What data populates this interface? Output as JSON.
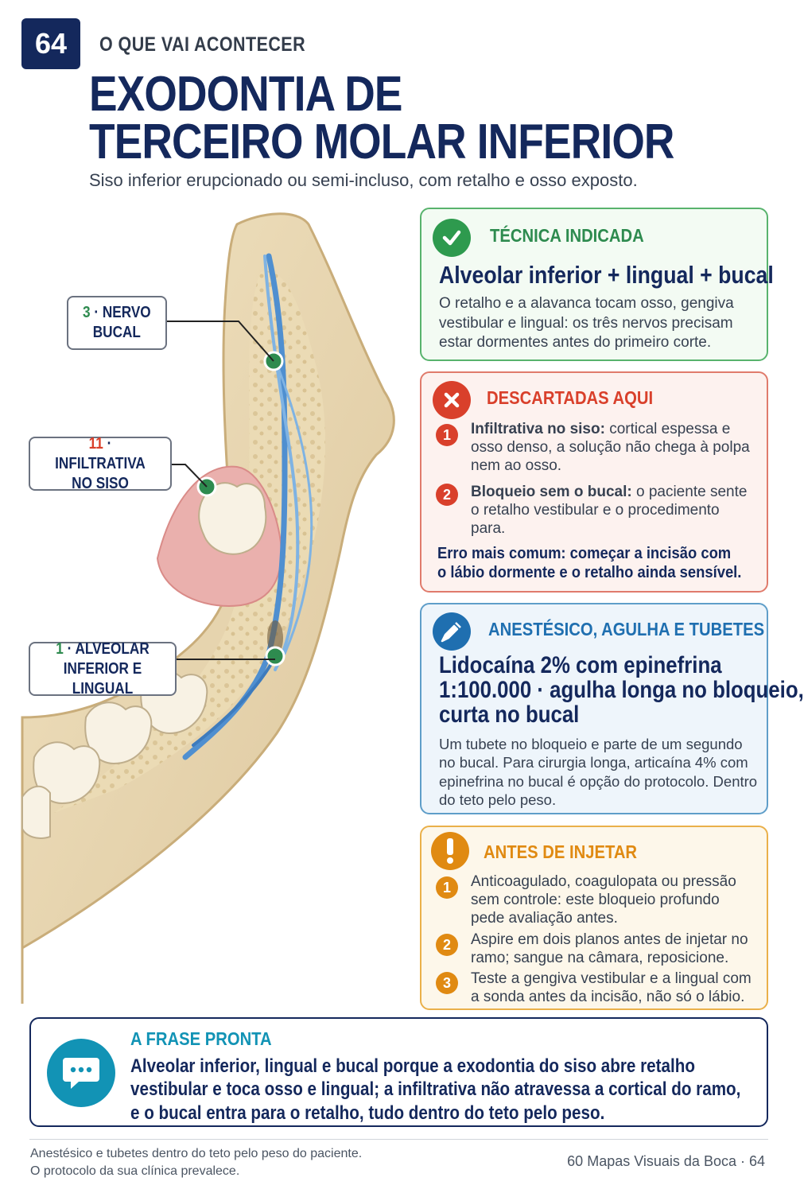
{
  "header": {
    "page_number": "64",
    "kicker": "O QUE VAI ACONTECER",
    "title_line1": "EXODONTIA DE",
    "title_line2": "TERCEIRO MOLAR INFERIOR",
    "subtitle": "Siso inferior erupcionado ou semi-incluso, com retalho e osso exposto."
  },
  "callouts": {
    "buccal": {
      "num": "3",
      "line1": " · NERVO",
      "line2": "BUCAL"
    },
    "infiltrative": {
      "num": "11",
      "line1": " · INFILTRATIVA",
      "line2": "NO SISO"
    },
    "alveolar": {
      "num": "1",
      "line1": " · ALVEOLAR",
      "line2": "INFERIOR E LINGUAL"
    }
  },
  "technique": {
    "heading": "TÉCNICA INDICADA",
    "title": "Alveolar inferior + lingual + bucal",
    "body": "O retalho e a alavanca tocam osso, gengiva vestibular e lingual: os três nervos precisam estar dormentes antes do primeiro corte."
  },
  "discarded": {
    "heading": "DESCARTADAS AQUI",
    "items": [
      {
        "n": "1",
        "strong": "Infiltrativa no siso:",
        "text": " cortical espessa e osso denso, a solução não chega à polpa nem ao osso."
      },
      {
        "n": "2",
        "strong": "Bloqueio sem o bucal:",
        "text": " o paciente sente o retalho vestibular e o procedimento para."
      }
    ],
    "warning_line1": "Erro mais comum: começar a incisão com",
    "warning_line2": "o lábio dormente e o retalho ainda sensível."
  },
  "anesthetic": {
    "heading": "ANESTÉSICO, AGULHA E TUBETES",
    "title_line1": "Lidocaína 2% com epinefrina",
    "title_line2": "1:100.000 · agulha longa no bloqueio,",
    "title_line3": "curta no bucal",
    "body": "Um tubete no bloqueio e parte de um segundo no bucal. Para cirurgia longa, articaína 4% com epinefrina no bucal é opção do protocolo. Dentro do teto pelo peso."
  },
  "before": {
    "heading": "ANTES DE INJETAR",
    "items": [
      {
        "n": "1",
        "text": "Anticoagulado, coagulopata ou pressão sem controle: este bloqueio profundo pede avaliação antes."
      },
      {
        "n": "2",
        "text": "Aspire em dois planos antes de injetar no ramo; sangue na câmara, reposicione."
      },
      {
        "n": "3",
        "text": "Teste a gengiva vestibular e a lingual com a sonda antes da incisão, não só o lábio."
      }
    ]
  },
  "phrase": {
    "heading": "A FRASE PRONTA",
    "line1": "Alveolar inferior, lingual e bucal porque a exodontia do siso abre retalho",
    "line2": "vestibular e toca osso e lingual; a infiltrativa não atravessa a cortical do ramo,",
    "line3": "e o bucal entra para o retalho, tudo dentro do teto pelo peso."
  },
  "footer": {
    "left_line1": "Anestésico e tubetes dentro do teto pelo peso do paciente.",
    "left_line2": "O protocolo da sua clínica prevalece.",
    "right": "60 Mapas Visuais da Boca · 64"
  },
  "colors": {
    "navy": "#14285c",
    "green": "#2e8b4f",
    "red": "#d9402b",
    "blue": "#1f6fb0",
    "orange": "#e08a12",
    "teal": "#1293b5"
  },
  "icons": [
    "check-icon",
    "x-icon",
    "syringe-icon",
    "exclamation-icon",
    "chat-icon"
  ]
}
